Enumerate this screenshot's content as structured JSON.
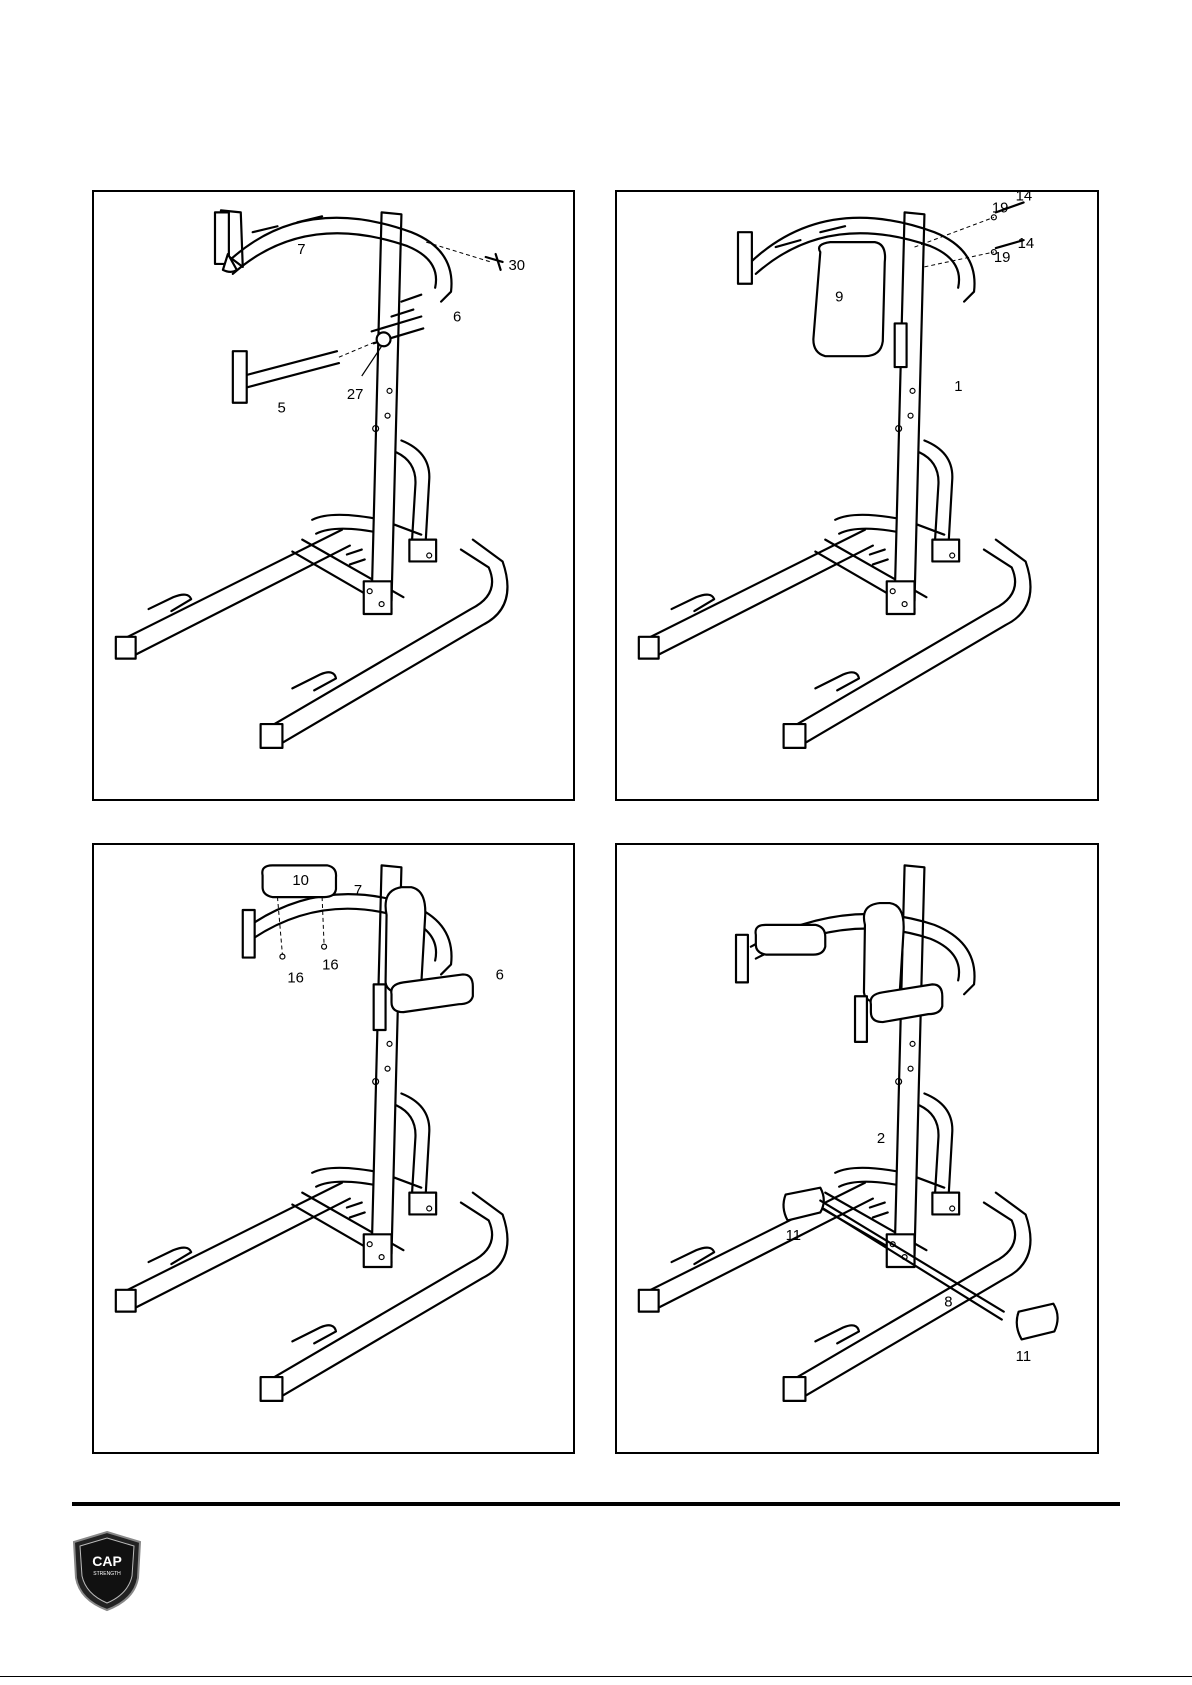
{
  "panels": [
    {
      "labels": {
        "a": "7",
        "b": "30",
        "c": "6",
        "d": "27",
        "e": "5"
      }
    },
    {
      "labels": {
        "a": "19",
        "b": "14",
        "c": "19",
        "d": "14",
        "e": "9",
        "f": "1"
      }
    },
    {
      "labels": {
        "a": "10",
        "b": "7",
        "c": "6",
        "d": "16",
        "e": "16"
      }
    },
    {
      "labels": {
        "a": "2",
        "b": "11",
        "c": "8",
        "d": "11"
      }
    }
  ],
  "logo": {
    "brand": "CAP",
    "tagline": "STRENGTH"
  }
}
